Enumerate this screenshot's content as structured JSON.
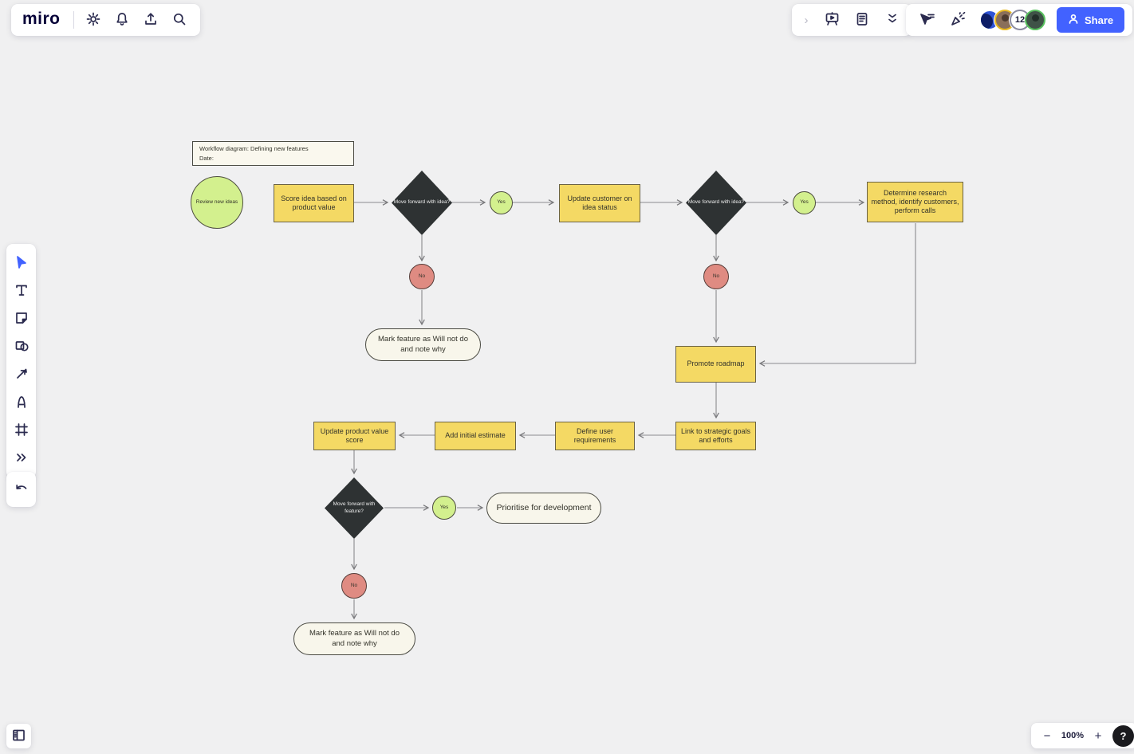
{
  "app": {
    "brand": "miro"
  },
  "topbar_left": {
    "icons": [
      "settings-gear",
      "notifications-bell",
      "export-upload",
      "search"
    ]
  },
  "topbar_right": {
    "panel_icons": [
      "expand-chevron-right",
      "presentation-easel",
      "notes-document",
      "collapse-double-chevron"
    ],
    "collab_icons": [
      "follow-cursor",
      "celebrate-spray"
    ],
    "collaborators": {
      "overflow_count": "12"
    },
    "share_label": "Share"
  },
  "left_toolbar": {
    "tools": [
      "select-cursor",
      "text",
      "sticky-note",
      "shapes",
      "connector-arrow",
      "pen",
      "frame",
      "more-tools"
    ],
    "undo": "undo-arrow",
    "panels_toggle": "left-panel-toggle"
  },
  "zoom_controls": {
    "minus": "−",
    "level": "100%",
    "plus": "+",
    "help": "?"
  },
  "colors": {
    "canvas": "#f0f0f1",
    "accent_blue": "#4262ff",
    "node_yellow": "#f4d964",
    "node_green": "#d3f08e",
    "node_red": "#df8b82",
    "node_dark": "#2e3233",
    "node_cream": "#f8f6eb",
    "share_button": "#4262ff"
  },
  "diagram": {
    "title": {
      "line1": "Workflow diagram: Defining new features",
      "line2": "Date:"
    },
    "nodes": {
      "start": {
        "label": "Review new ideas",
        "type": "circle-green"
      },
      "score_idea": {
        "label": "Score idea based on product value",
        "type": "process"
      },
      "decision1": {
        "label": "Move forward with idea?",
        "type": "decision"
      },
      "yes1": {
        "label": "Yes"
      },
      "no1": {
        "label": "No"
      },
      "update_customer": {
        "label": "Update customer on idea status",
        "type": "process"
      },
      "decision2": {
        "label": "Move forward with idea?",
        "type": "decision"
      },
      "yes2": {
        "label": "Yes"
      },
      "no2": {
        "label": "No"
      },
      "determine_research": {
        "label": "Determine research method, identify customers, perform calls",
        "type": "process"
      },
      "mark_feature1": {
        "label": "Mark feature as Will not do and note why",
        "type": "terminator"
      },
      "promote_roadmap": {
        "label": "Promote roadmap",
        "type": "process"
      },
      "link_strategic": {
        "label": "Link to strategic goals and efforts",
        "type": "process"
      },
      "define_user": {
        "label": "Define user requirements",
        "type": "process"
      },
      "add_estimate": {
        "label": "Add initial estimate",
        "type": "process"
      },
      "update_score": {
        "label": "Update product value score",
        "type": "process"
      },
      "decision3": {
        "label": "Move forward with feature?",
        "type": "decision"
      },
      "yes3": {
        "label": "Yes"
      },
      "no3": {
        "label": "No"
      },
      "prioritise": {
        "label": "Prioritise for development",
        "type": "terminator"
      },
      "mark_feature2": {
        "label": "Mark feature as Will not do and note why",
        "type": "terminator"
      }
    }
  }
}
